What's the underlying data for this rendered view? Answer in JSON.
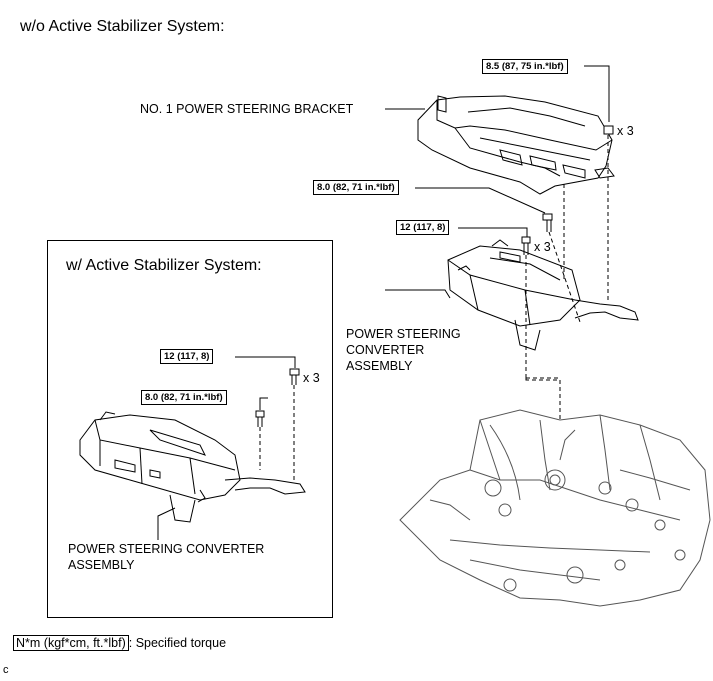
{
  "headings": {
    "without": "w/o Active Stabilizer System:",
    "with": "w/ Active Stabilizer System:"
  },
  "main": {
    "bracket_label": "NO. 1 POWER STEERING BRACKET",
    "torque_nut": "8.5 (87, 75 in.*lbf)",
    "nut_count": "x 3",
    "torque_small_bolt": "8.0 (82, 71 in.*lbf)",
    "torque_bolt": "12 (117, 8)",
    "bolt_count": "x 3",
    "converter_label": [
      "POWER STEERING",
      "CONVERTER",
      "ASSEMBLY"
    ]
  },
  "inset": {
    "torque_bolt": "12 (117, 8)",
    "bolt_count": "x 3",
    "torque_small_bolt": "8.0 (82, 71 in.*lbf)",
    "converter_label": [
      "POWER STEERING CONVERTER",
      "ASSEMBLY"
    ]
  },
  "legend": {
    "unit": "N*m (kgf*cm, ft.*lbf)",
    "text": ": Specified torque"
  },
  "footer_code": "c"
}
